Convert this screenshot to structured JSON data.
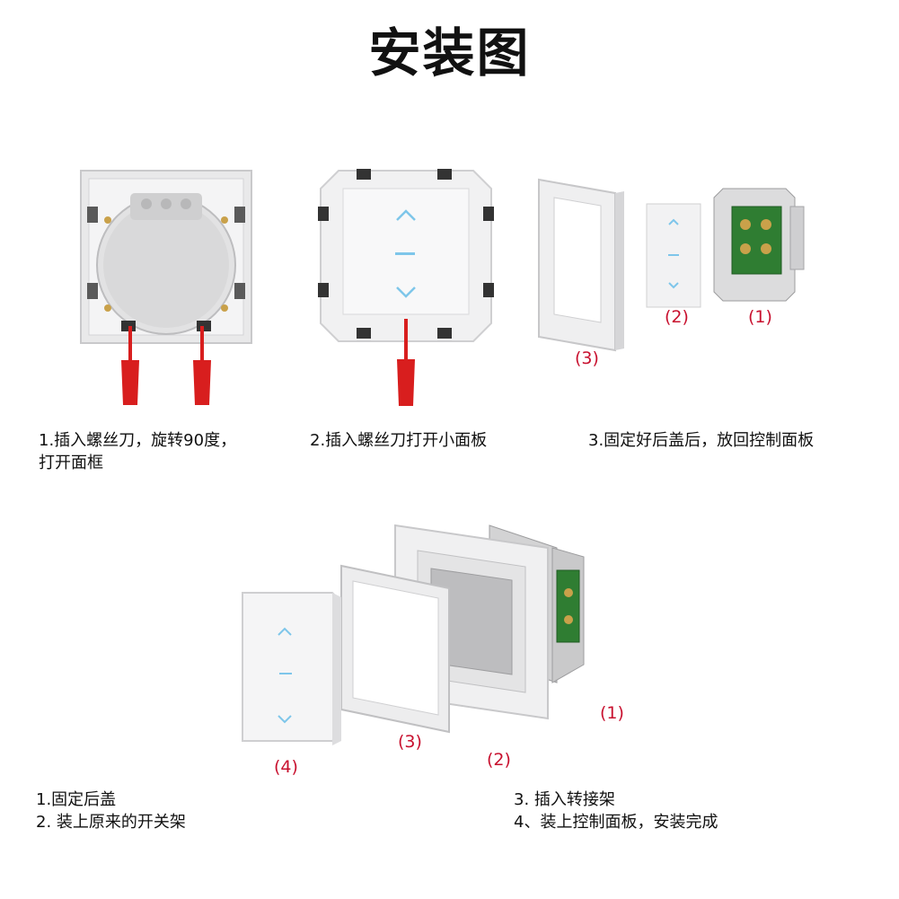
{
  "title": "安装图",
  "steps_top": [
    {
      "lines": [
        "1.插入螺丝刀，旋转90度，",
        "打开面框"
      ]
    },
    {
      "lines": [
        "2.插入螺丝刀打开小面板"
      ]
    },
    {
      "lines": [
        "3.固定好后盖后，放回控制面板"
      ]
    }
  ],
  "labels_top": {
    "p3": "(3)",
    "p2": "(2)",
    "p1": "(1)"
  },
  "labels_bottom": {
    "p4": "(4)",
    "p3": "(3)",
    "p2": "(2)",
    "p1": "(1)"
  },
  "steps_bottom_left": [
    "1.固定后盖",
    "2. 装上原来的开关架"
  ],
  "steps_bottom_right": [
    "3. 插入转接架",
    "4、装上控制面板，安装完成"
  ],
  "colors": {
    "label_red": "#c8102e",
    "screwdriver_red": "#d81e1e",
    "icon_blue": "#7ec6ea",
    "pcb_green": "#2f7d32"
  },
  "icons": [
    "arrow-up-icon",
    "dash-icon",
    "arrow-down-icon",
    "screwdriver-icon"
  ]
}
